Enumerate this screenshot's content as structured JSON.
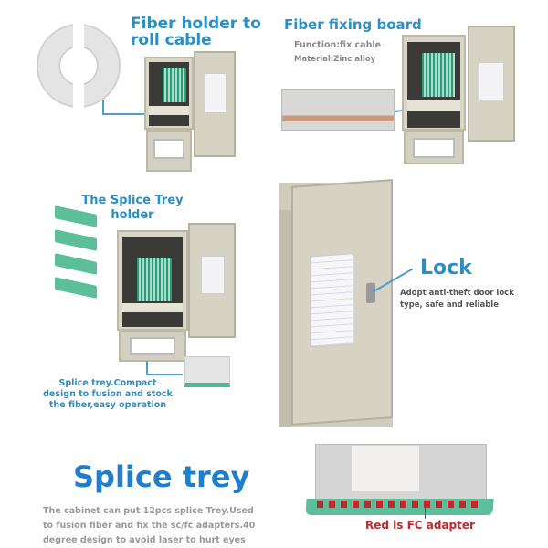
{
  "sections": {
    "fiber_holder": {
      "title_line1": "Fiber holder to",
      "title_line2": "roll cable"
    },
    "fixing_board": {
      "title": "Fiber fixing board",
      "function": "Function:fix cable",
      "material": "Material:Zinc alloy"
    },
    "splice_holder": {
      "title_line1": "The Splice Trey",
      "title_line2": "holder",
      "caption_line1": "Splice trey.Compact",
      "caption_line2": "design to fusion and stock",
      "caption_line3": "the fiber,easy operation"
    },
    "lock": {
      "title": "Lock",
      "desc_line1": "Adopt anti-theft door lock",
      "desc_line2": "type, safe and reliable"
    },
    "splice_trey": {
      "title": "Splice trey",
      "desc_line1": "The cabinet can put 12pcs splice Trey.Used",
      "desc_line2": "to fusion fiber and fix the sc/fc adapters.40",
      "desc_line3": "degree design to avoid laser to hurt eyes",
      "adapter_label": "Red is FC adapter"
    }
  },
  "colors": {
    "accent_blue": "#2b8fc4",
    "adapter_red": "#c0282d",
    "tray_green": "#5cbf9a"
  }
}
